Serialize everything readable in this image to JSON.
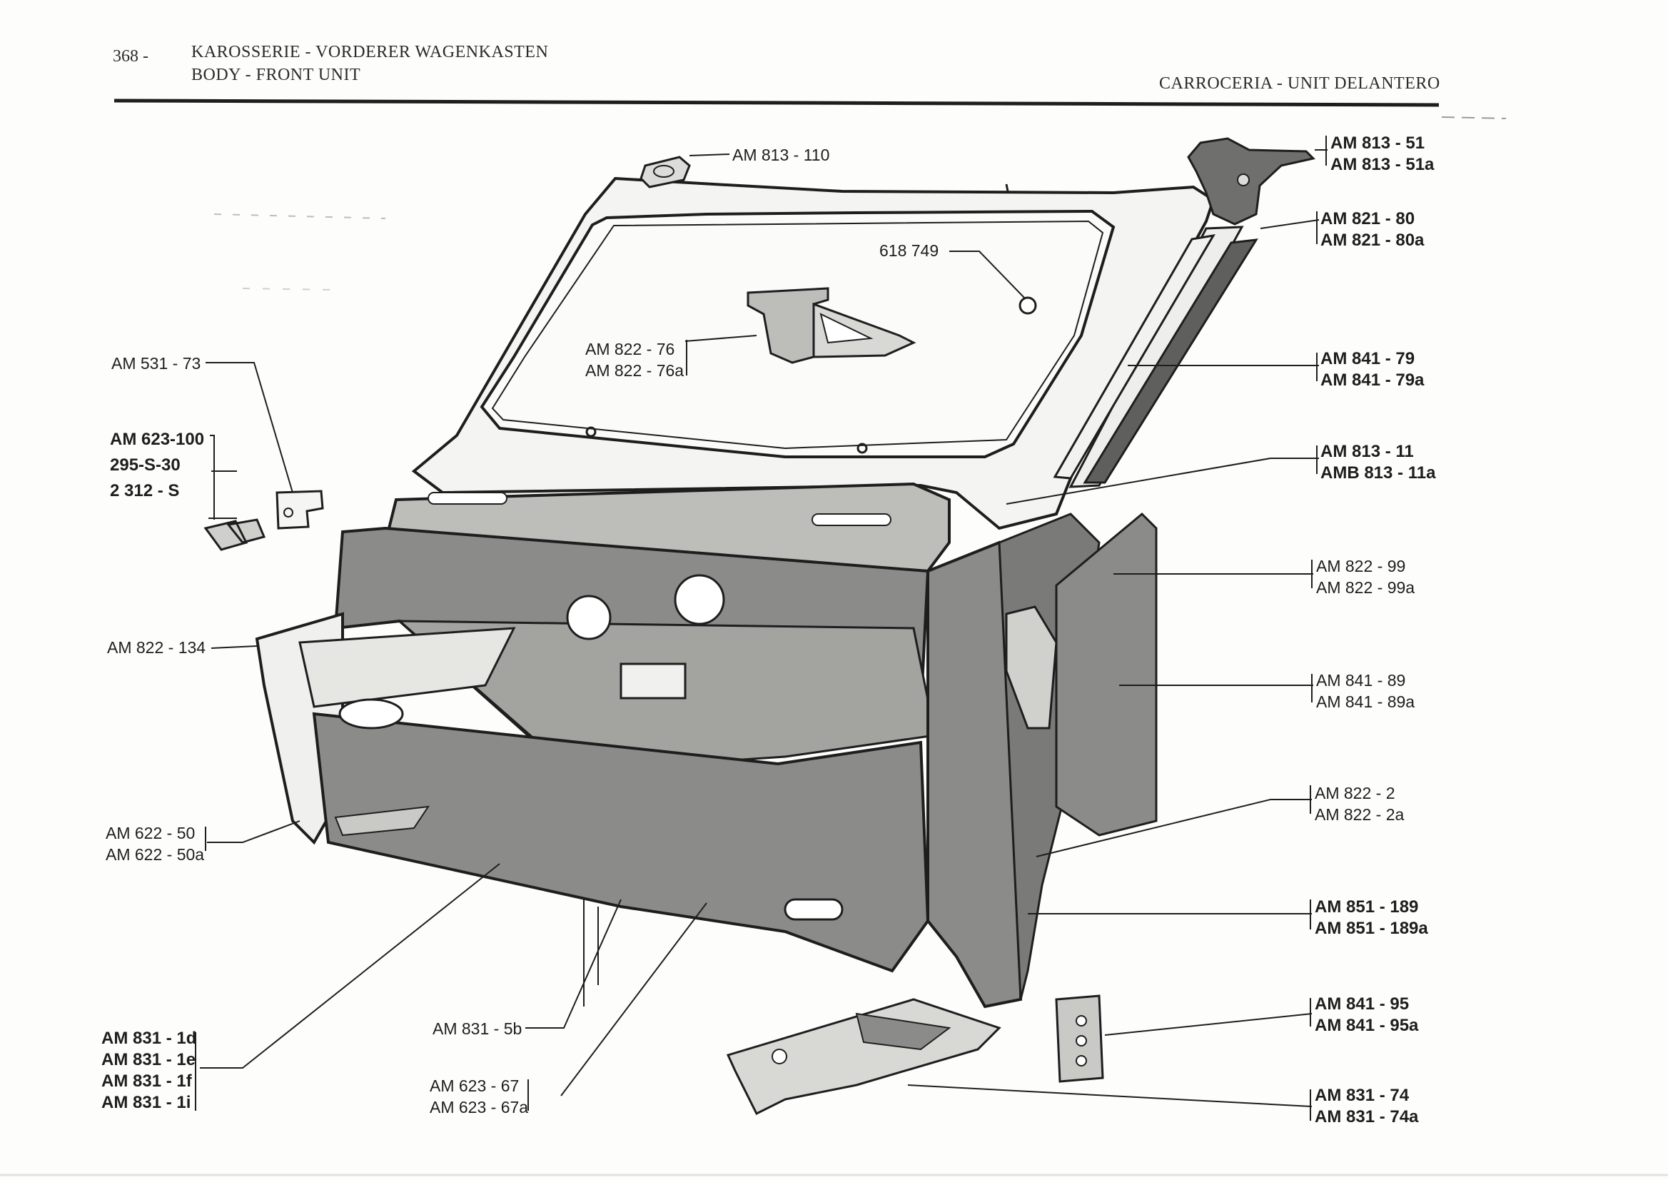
{
  "header": {
    "page_number": "368 -",
    "title_de": "KAROSSERIE - VORDERER WAGENKASTEN",
    "title_en": "BODY - FRONT UNIT",
    "title_es": "CARROCERIA - UNIT DELANTERO"
  },
  "labels": {
    "am813_110": "AM 813 - 110",
    "p618749": "618 749",
    "am822_76": [
      "AM 822 - 76",
      "AM 822 - 76a"
    ],
    "am531_73": "AM 531 - 73",
    "am623_100": [
      "AM 623-100",
      "295-S-30",
      "2 312 - S"
    ],
    "am822_134": "AM 822 - 134",
    "am622_50": [
      "AM 622 - 50",
      "AM 622 - 50a"
    ],
    "am831_1": [
      "AM 831 - 1d",
      "AM 831 - 1e",
      "AM 831 - 1f",
      "AM 831 - 1i"
    ],
    "am831_5b": "AM 831 - 5b",
    "am623_67": [
      "AM 623 - 67",
      "AM 623 - 67a"
    ],
    "am813_51": [
      "AM 813 - 51",
      "AM 813 - 51a"
    ],
    "am821_80": [
      "AM 821 - 80",
      "AM 821 - 80a"
    ],
    "am841_79": [
      "AM 841 - 79",
      "AM 841 - 79a"
    ],
    "am813_11": [
      "AM 813 - 11",
      "AMB 813 - 11a"
    ],
    "am822_99": [
      "AM 822 - 99",
      "AM 822 - 99a"
    ],
    "am841_89": [
      "AM 841 - 89",
      "AM 841 - 89a"
    ],
    "am822_2": [
      "AM 822 - 2",
      "AM 822 - 2a"
    ],
    "am851_189": [
      "AM 851 - 189",
      "AM 851 - 189a"
    ],
    "am841_95": [
      "AM 841 - 95",
      "AM 841 - 95a"
    ],
    "am831_74": [
      "AM 831 - 74",
      "AM 831 - 74a"
    ]
  },
  "colors": {
    "ink": "#1e1e1e",
    "panel_fill": "#8b8b89",
    "panel_dark": "#6f6f6d",
    "panel_light": "#c9c9c6",
    "paper": "#fdfdfc"
  }
}
